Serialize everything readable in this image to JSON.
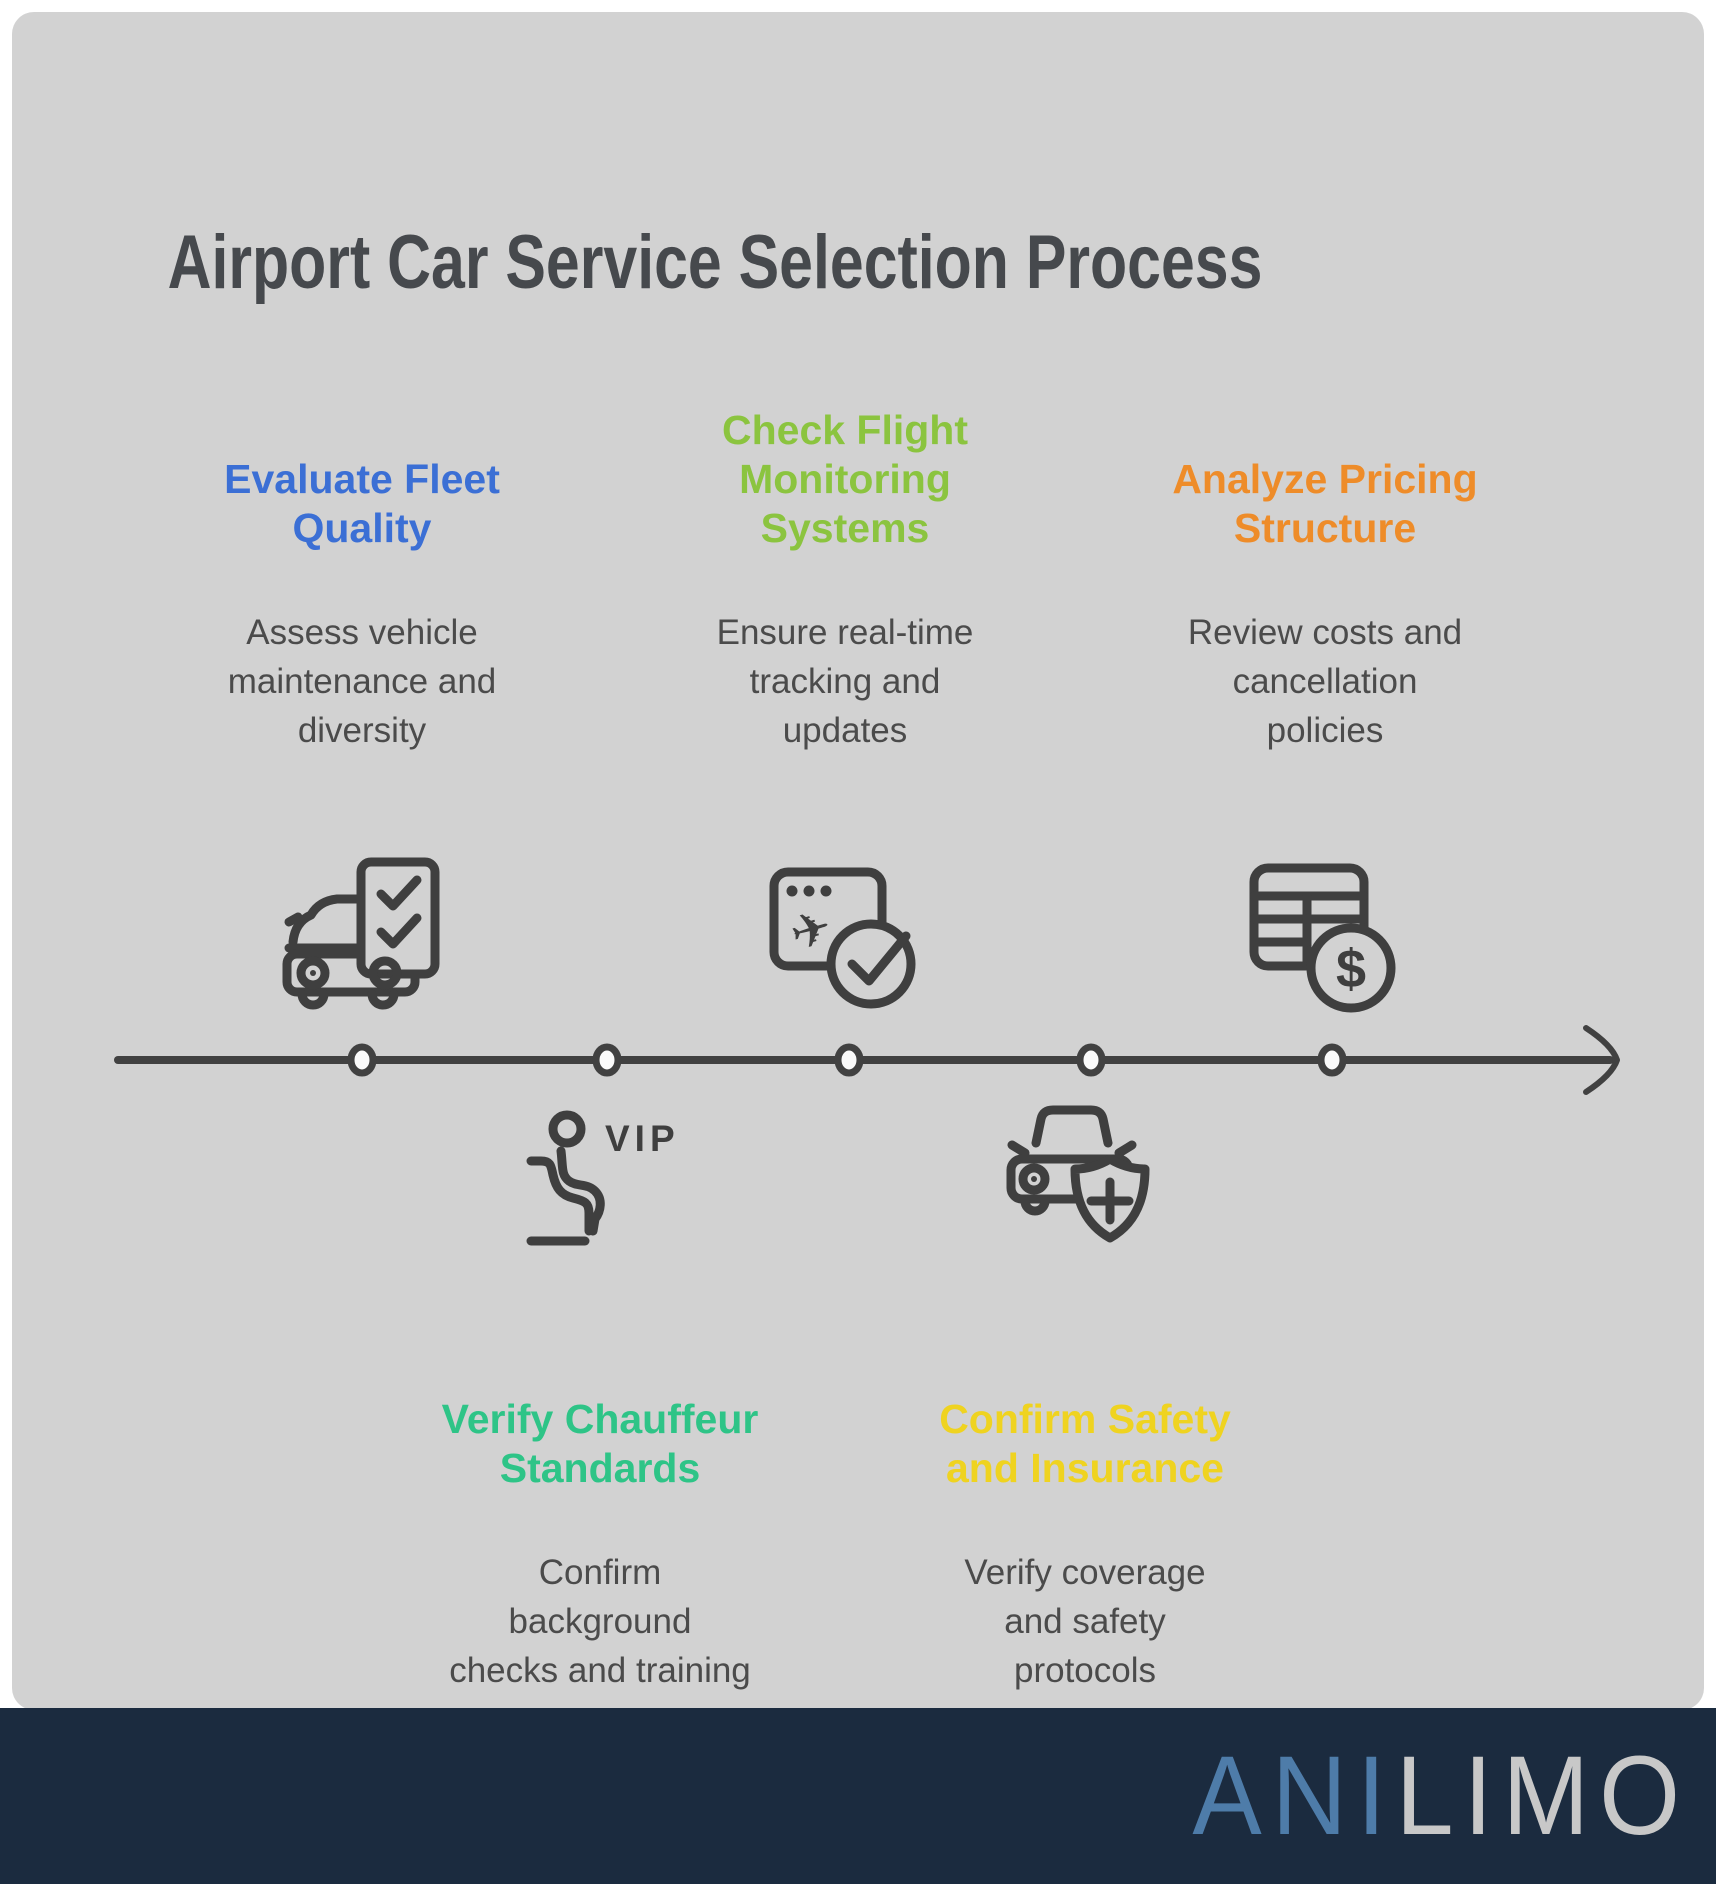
{
  "title": "Airport Car Service Selection Process",
  "steps": [
    {
      "order": 1,
      "position": "top",
      "heading": "Evaluate Fleet Quality",
      "heading_lines": [
        "Evaluate Fleet",
        "Quality"
      ],
      "body": "Assess vehicle maintenance and diversity",
      "body_lines": [
        "Assess vehicle",
        "maintenance and",
        "diversity"
      ],
      "color": "#3B6FD5",
      "icon": "car-checklist-icon"
    },
    {
      "order": 2,
      "position": "bottom",
      "heading": "Verify Chauffeur Standards",
      "heading_lines": [
        "Verify Chauffeur",
        "Standards"
      ],
      "body": "Confirm background checks and training",
      "body_lines": [
        "Confirm",
        "background",
        "checks and training"
      ],
      "color": "#2EC487",
      "icon": "vip-seat-icon",
      "icon_text": "VIP"
    },
    {
      "order": 3,
      "position": "top",
      "heading": "Check Flight Monitoring Systems",
      "heading_lines": [
        "Check Flight",
        "Monitoring",
        "Systems"
      ],
      "body": "Ensure real-time tracking and updates",
      "body_lines": [
        "Ensure real-time",
        "tracking and",
        "updates"
      ],
      "color": "#8BC43F",
      "icon": "flight-monitor-icon"
    },
    {
      "order": 4,
      "position": "bottom",
      "heading": "Confirm Safety and Insurance",
      "heading_lines": [
        "Confirm Safety",
        "and Insurance"
      ],
      "body": "Verify coverage and safety protocols",
      "body_lines": [
        "Verify coverage",
        "and safety",
        "protocols"
      ],
      "color": "#EFD320",
      "icon": "car-shield-icon"
    },
    {
      "order": 5,
      "position": "top",
      "heading": "Analyze Pricing Structure",
      "heading_lines": [
        "Analyze Pricing",
        "Structure"
      ],
      "body": "Review costs and cancellation policies",
      "body_lines": [
        "Review costs and",
        "cancellation",
        "policies"
      ],
      "color": "#EE8C29",
      "icon": "pricing-table-icon",
      "icon_text": "$"
    }
  ],
  "timeline": {
    "node_count": 5,
    "direction": "left-to-right-arrow"
  },
  "footer": {
    "logo_part1": "ANI",
    "logo_part2": "LIMO",
    "logo_full": "ANILIMO"
  },
  "colors": {
    "background_panel": "#D2D2D2",
    "title_text": "#46494D",
    "body_text": "#4B4B4B",
    "icon_stroke": "#3F3F3F",
    "timeline": "#414141",
    "footer_bar": "#1B2B3F",
    "logo_blue": "#4E7CA9",
    "logo_gray": "#C8C8C8"
  }
}
